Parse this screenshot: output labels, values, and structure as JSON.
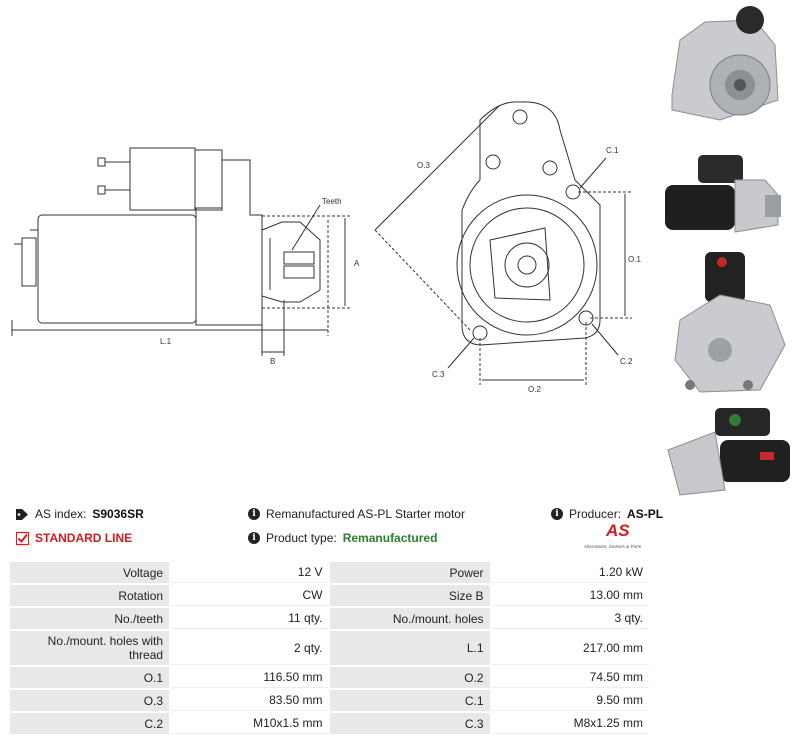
{
  "diagram": {
    "labels": {
      "teeth": "Teeth",
      "a": "A",
      "l1": "L.1",
      "b": "B",
      "o3": "O.3",
      "c1": "C.1",
      "o1": "O.1",
      "c3": "C.3",
      "c2": "C.2",
      "o2": "O.2"
    }
  },
  "photos": [
    "starter-photo-rear",
    "starter-photo-side",
    "starter-photo-top",
    "starter-photo-angle"
  ],
  "info": {
    "as_index_label": "AS index:",
    "as_index_value": "S9036SR",
    "standard_line": "STANDARD LINE",
    "description": "Remanufactured AS-PL Starter motor",
    "product_type_label": "Product type:",
    "product_type_value": "Remanufactured",
    "producer_label": "Producer:",
    "producer_value": "AS-PL",
    "logo_text": "AS",
    "logo_subtext": "Alternators, Starters & Parts"
  },
  "specs": [
    [
      "Voltage",
      "12 V",
      "Power",
      "1.20 kW"
    ],
    [
      "Rotation",
      "CW",
      "Size B",
      "13.00 mm"
    ],
    [
      "No./teeth",
      "11 qty.",
      "No./mount. holes",
      "3 qty."
    ],
    [
      "No./mount. holes with thread",
      "2 qty.",
      "L.1",
      "217.00 mm"
    ],
    [
      "O.1",
      "116.50 mm",
      "O.2",
      "74.50 mm"
    ],
    [
      "O.3",
      "83.50 mm",
      "C.1",
      "9.50 mm"
    ],
    [
      "C.2",
      "M10x1.5 mm",
      "C.3",
      "M8x1.25 mm"
    ]
  ],
  "colors": {
    "accent_red": "#d61b1b",
    "value_green": "#2d7d2d",
    "label_bg": "#e8e8e8"
  }
}
